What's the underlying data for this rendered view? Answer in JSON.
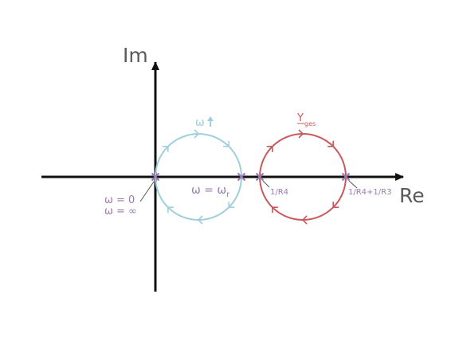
{
  "axes": {
    "im_label": "Im",
    "re_label": "Re",
    "axis_color": "#111111",
    "label_color": "#5a5a5a"
  },
  "left_circle": {
    "color": "#9ecfdb",
    "omega_label": "ω",
    "omega_arrow": "up-arrow-icon"
  },
  "right_circle": {
    "color": "#c9585c",
    "y_label": "Y",
    "y_subscript": "ges"
  },
  "points": {
    "color": "#9a7bb0",
    "omega_zero": "ω = 0",
    "omega_inf": "ω = ∞",
    "omega_r_base": "ω = ω",
    "omega_r_sub": "r",
    "inv_r4": "1/R4",
    "inv_r4_r3": "1/R4+1/R3"
  }
}
